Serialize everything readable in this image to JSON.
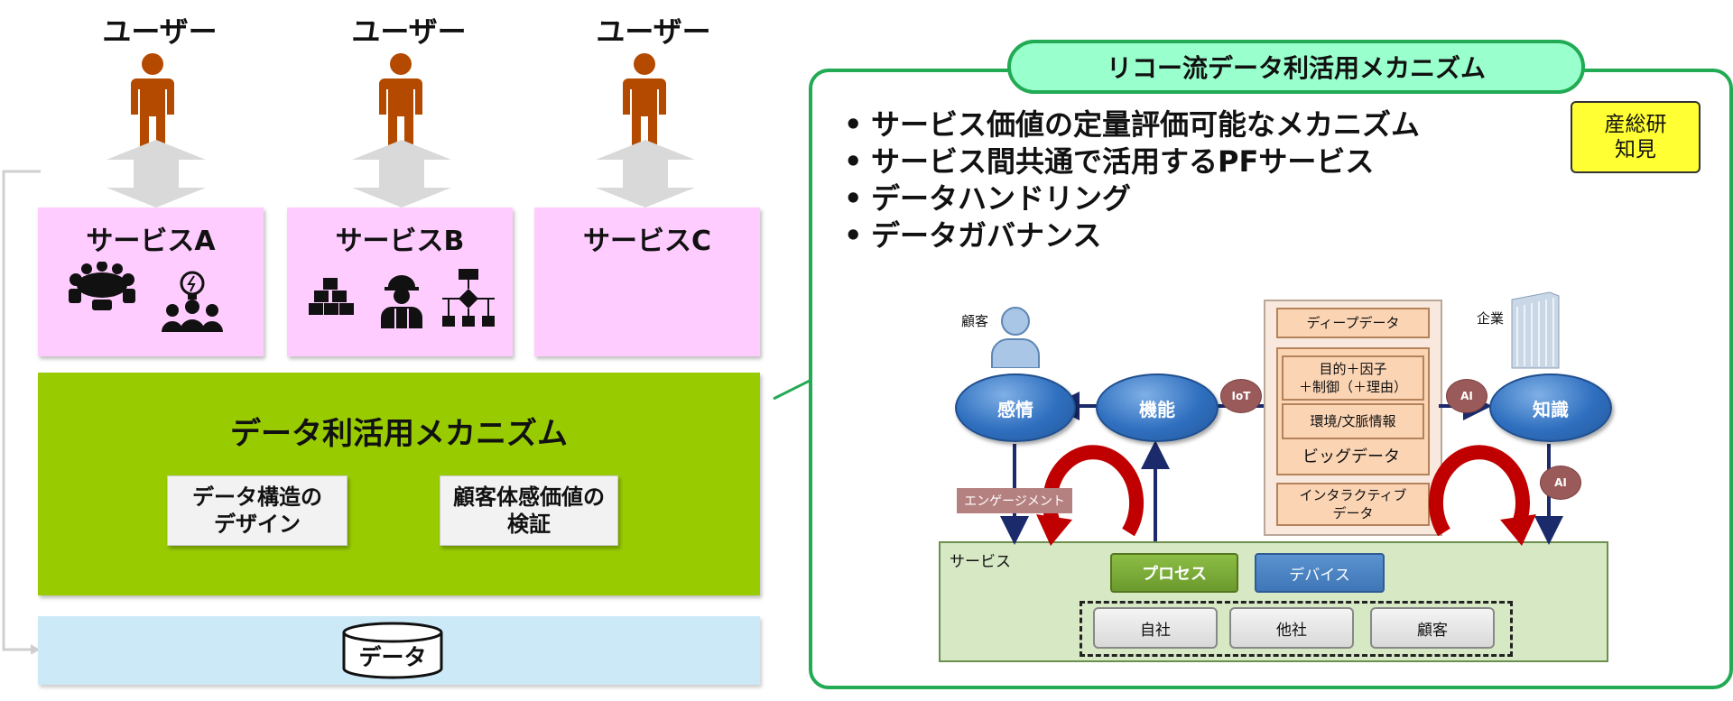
{
  "left": {
    "users": [
      {
        "label": "ユーザー"
      },
      {
        "label": "ユーザー"
      },
      {
        "label": "ユーザー"
      }
    ],
    "services": [
      {
        "title": "サービスA",
        "icons": [
          "meeting-table-icon",
          "idea-team-icon"
        ]
      },
      {
        "title": "サービスB",
        "icons": [
          "stacked-boxes-icon",
          "worker-icon",
          "flowchart-icon"
        ]
      },
      {
        "title": "サービスC",
        "icons": []
      }
    ],
    "mechanism": {
      "title": "データ利活用メカニズム",
      "box1": {
        "line1": "データ構造の",
        "line2": "デザイン"
      },
      "box2": {
        "line1": "顧客体感価値の",
        "line2": "検証"
      }
    },
    "data_label": "データ"
  },
  "right": {
    "title": "リコー流データ利活用メカニズム",
    "bullets": [
      "サービス価値の定量評価可能なメカニズム",
      "サービス間共通で活用するPFサービス",
      "データハンドリング",
      "データガバナンス"
    ],
    "scroll": {
      "line1": "産総研",
      "line2": "知見"
    },
    "diagram": {
      "customer_label": "顧客",
      "company_label": "企業",
      "nodes": {
        "emotion": "感情",
        "function": "機能",
        "knowledge": "知識"
      },
      "iot": "IoT",
      "ai_top": "AI",
      "ai_right": "AI",
      "deep_data": "ディープデータ",
      "purpose": {
        "line1": "目的＋因子",
        "line2": "＋制御（＋理由）"
      },
      "context": "環境/文脈情報",
      "big_data": "ビッグデータ",
      "interactive": {
        "line1": "インタラクティブ",
        "line2": "データ"
      },
      "engagement": "エンゲージメント",
      "service_label": "サービス",
      "process": "プロセス",
      "device": "デバイス",
      "parties": [
        "自社",
        "他社",
        "顧客"
      ]
    }
  },
  "colors": {
    "service_pink": "#ffccff",
    "mechanism_green": "#99cc00",
    "data_blue": "#cce9f8",
    "frame_green": "#22aa55",
    "person_brown": "#b34a00",
    "node_blue": "#2f6fbf",
    "loop_red": "#c00000"
  }
}
